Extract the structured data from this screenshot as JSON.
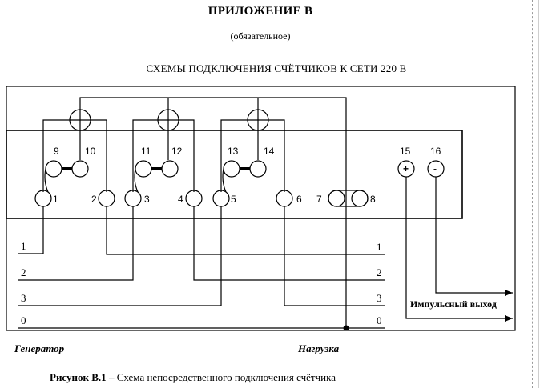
{
  "header": {
    "title": "ПРИЛОЖЕНИЕ В",
    "subtitle": "(обязательное)",
    "scheme_title": "СХЕМЫ ПОДКЛЮЧЕНИЯ СЧЁТЧИКОВ К СЕТИ 220 В"
  },
  "terminals": {
    "t1": "1",
    "t2": "2",
    "t3": "3",
    "t4": "4",
    "t5": "5",
    "t6": "6",
    "t7": "7",
    "t8": "8",
    "t9": "9",
    "t10": "10",
    "t11": "11",
    "t12": "12",
    "t13": "13",
    "t14": "14",
    "t15": "15",
    "t16": "16"
  },
  "pulse_terminals": {
    "plus": "+",
    "minus": "-"
  },
  "lines": {
    "left": [
      "1",
      "2",
      "3",
      "0"
    ],
    "right": [
      "1",
      "2",
      "3",
      "0"
    ]
  },
  "labels": {
    "generator": "Генератор",
    "load": "Нагрузка",
    "pulse_output": "Импульсный выход"
  },
  "caption": {
    "figure": "Рисунок В.1",
    "text": " – Схема непосредственного подключения счётчика"
  }
}
